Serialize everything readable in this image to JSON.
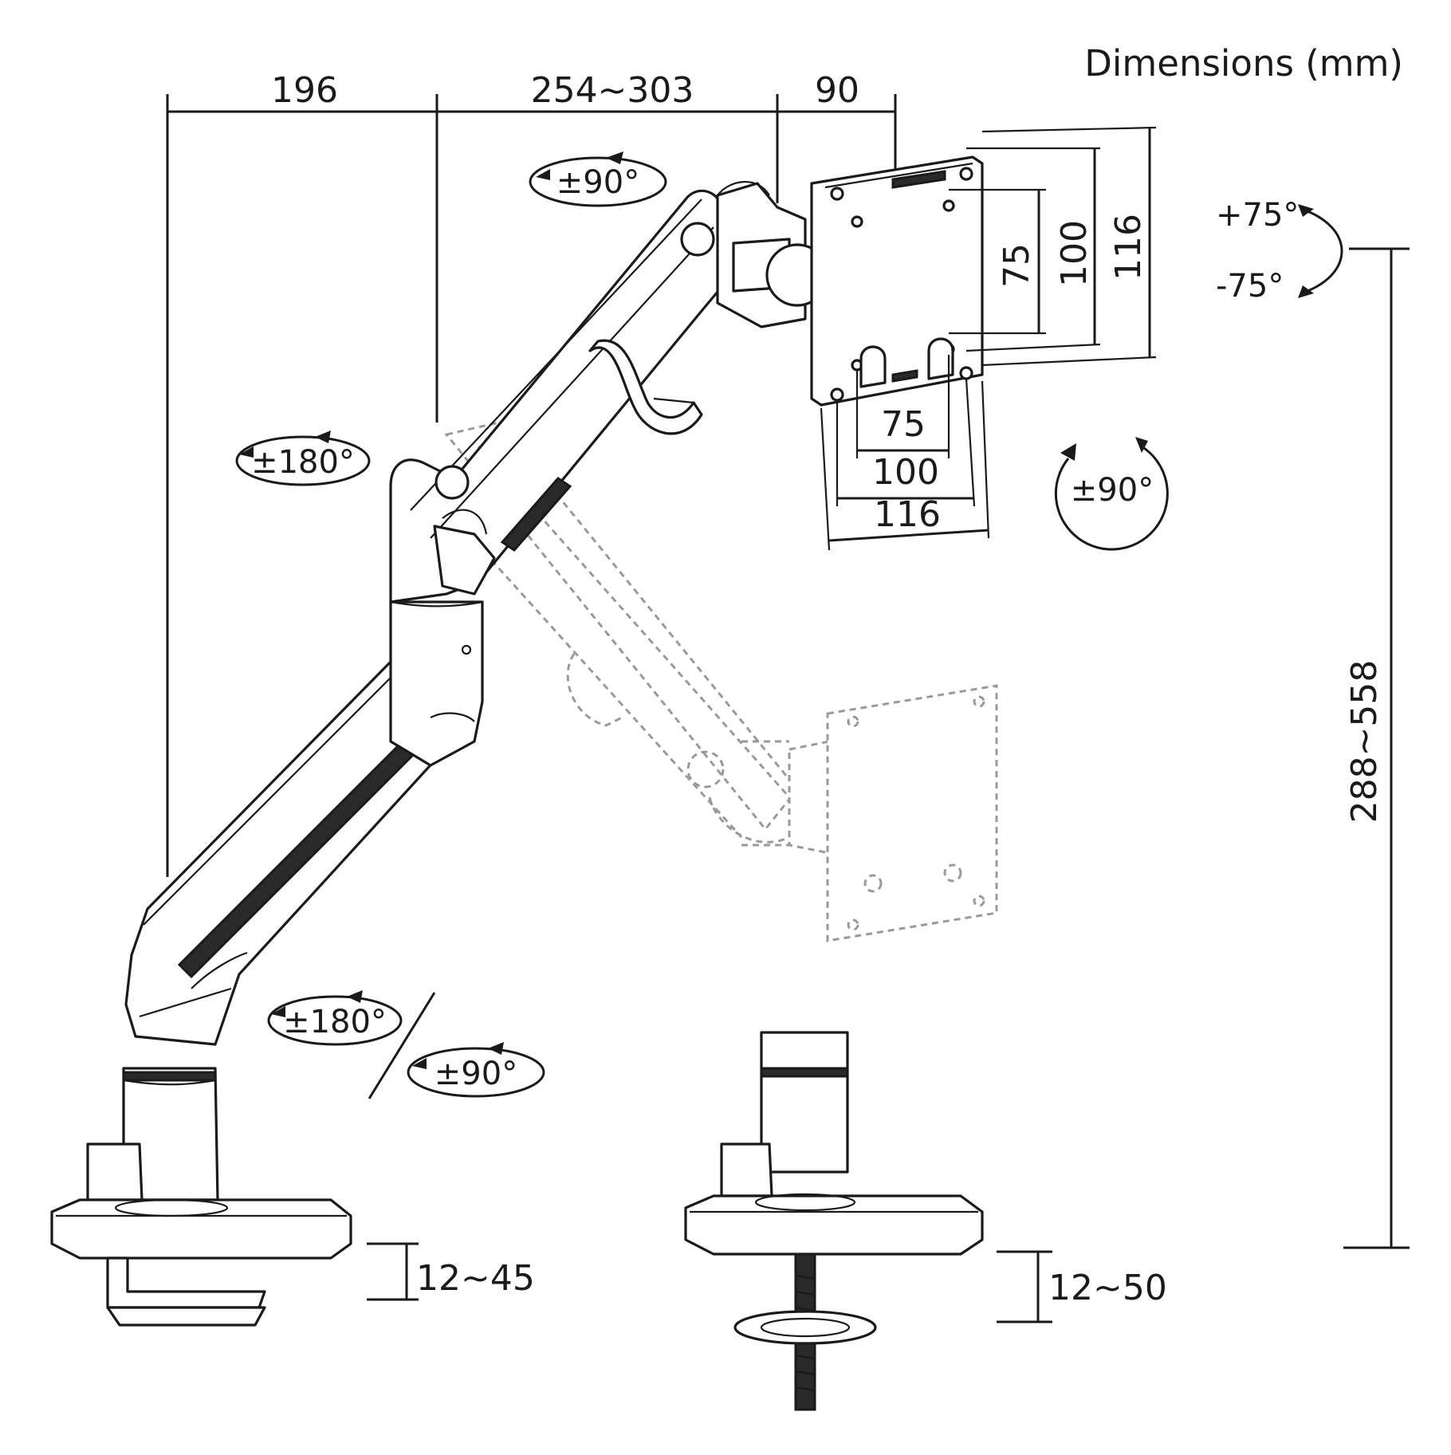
{
  "title": "Dimensions (mm)",
  "dimensions": {
    "base_to_joint": "196",
    "arm_reach": "254~303",
    "head_offset": "90",
    "height_range": "288~558",
    "vesa_h_75": "75",
    "vesa_h_100": "100",
    "vesa_h_116": "116",
    "vesa_v_75": "75",
    "vesa_v_100": "100",
    "vesa_v_116": "116",
    "clamp_thickness": "12~45",
    "grommet_thickness": "12~50"
  },
  "rotations": {
    "head_tilt_up": "+75°",
    "head_tilt_down": "-75°",
    "head_swivel": "±90°",
    "screen_rotate": "±90°",
    "elbow_swivel": "±180°",
    "base_swivel": "±180°",
    "base_arm_swivel": "±90°"
  }
}
